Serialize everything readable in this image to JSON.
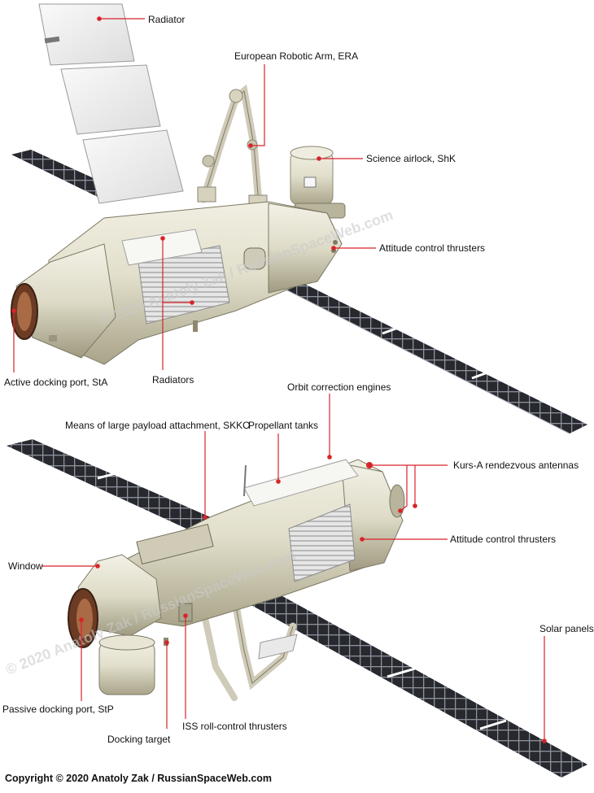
{
  "colors": {
    "leader": "#d8232a",
    "module_body": "#e4e1d0",
    "module_shade": "#b9b49c",
    "solar_cell": "#27292f",
    "solar_grid": "#9ea3ab",
    "radiator": "#f2f2f2",
    "docking_ring": "#6b3b24",
    "watermark": "#c9c9c9"
  },
  "labels": {
    "radiator": "Radiator",
    "era": "European Robotic Arm, ERA",
    "science_airlock": "Science airlock, ShK",
    "attitude_thrusters_top": "Attitude control thrusters",
    "active_docking_port": "Active docking port, StA",
    "radiators": "Radiators",
    "orbit_engines": "Orbit correction engines",
    "skko": "Means of large payload attachment, SKKO",
    "propellant_tanks": "Propellant tanks",
    "kurs_antennas": "Kurs-A rendezvous antennas",
    "attitude_thrusters_bottom": "Attitude control thrusters",
    "window": "Window",
    "solar_panels": "Solar panels",
    "passive_docking_port": "Passive docking port, StP",
    "iss_roll_thrusters": "ISS roll-control thrusters",
    "docking_target": "Docking target"
  },
  "watermarks": {
    "top": "© 2020 Anatoly Zak / RussianSpaceWeb.com",
    "bottom": "© 2020 Anatoly Zak / RussianSpaceWeb.com"
  },
  "credit": "Copyright © 2020 Anatoly Zak / RussianSpaceWeb.com"
}
